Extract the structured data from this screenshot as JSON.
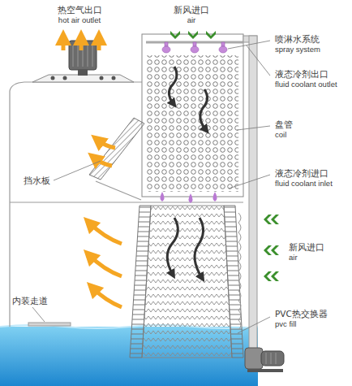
{
  "diagram": {
    "labels": [
      "热空气出口",
      "hot air outlet",
      "新风进口",
      "air",
      "喷淋水系统",
      "spray system",
      "液态冷剂出口",
      "fluid coolant outlet",
      "盘管",
      "coil",
      "液态冷剂进口",
      "fluid coolant inlet",
      "挡水板",
      "新风进口",
      "air",
      "内装走道",
      "PVC热交换器",
      "pvc fill"
    ]
  }
}
